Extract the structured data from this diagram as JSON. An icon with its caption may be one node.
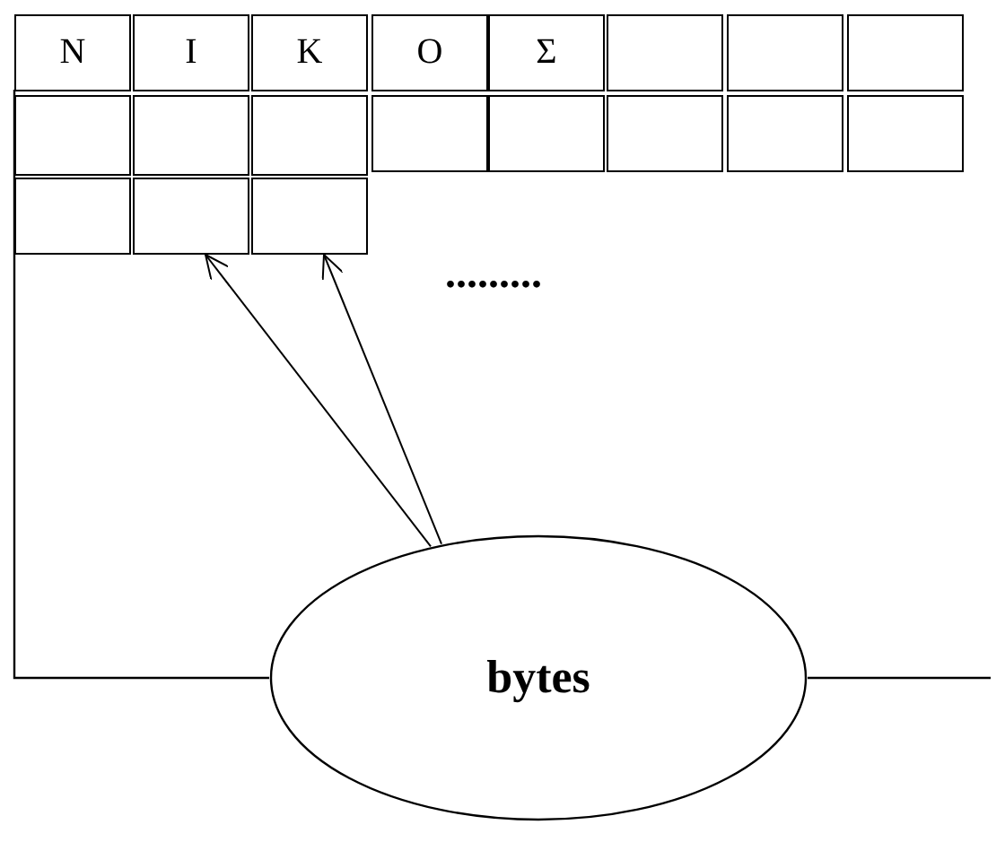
{
  "diagram": {
    "nodes": [
      {
        "text": [
          "N"
        ]
      },
      {
        "text": [
          "I"
        ]
      },
      {
        "text": [
          "K"
        ]
      },
      {
        "text": [
          "O"
        ]
      },
      {
        "text": [
          "Σ"
        ]
      },
      {
        "text": [],
        "shape": "box"
      },
      {
        "text": [],
        "shape": "box"
      },
      {
        "text": [],
        "shape": "box"
      },
      {
        "text": [],
        "shape": "box"
      },
      {
        "text": [],
        "shape": "box"
      },
      {
        "text": [],
        "shape": "box"
      },
      {
        "text": [],
        "shape": "box"
      },
      {
        "text": [],
        "shape": "box"
      },
      {
        "text": [],
        "shape": "box"
      },
      {
        "text": [],
        "shape": "box"
      },
      {
        "text": [],
        "shape": "box"
      },
      {
        "text": [],
        "shape": "box"
      },
      {
        "text": [],
        "shape": "box"
      },
      {
        "text": [],
        "shape": "box"
      },
      {
        "text": [
          "bytes"
        ]
      }
    ],
    "edges": [
      {
        "from": 19,
        "to": 17,
        "arrow": "to"
      },
      {
        "from": 19,
        "to": 18,
        "arrow": "to"
      }
    ],
    "labels": [
      "........."
    ]
  }
}
